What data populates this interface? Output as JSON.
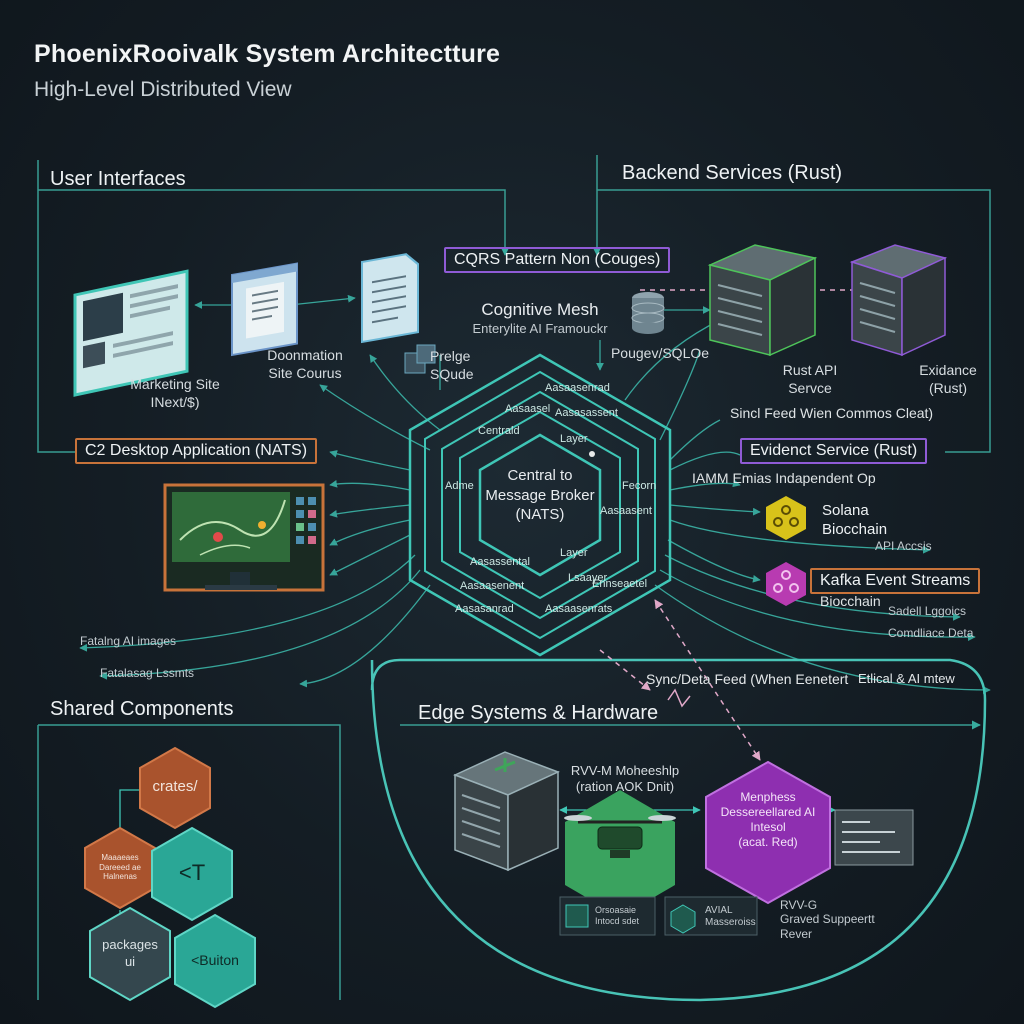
{
  "header": {
    "title": "PhoenixRooivalk System Architectture",
    "subtitle": "High-Level Distributed View"
  },
  "sections": {
    "user_interfaces": "User Interfaces",
    "backend": "Backend Services (Rust)",
    "shared": "Shared Components",
    "edge": "Edge Systems & Hardware"
  },
  "ui_nodes": {
    "marketing": "Marketing Site\nINext/$)",
    "documentation": "Doonmation\nSite Courus",
    "prelge": "Prelge\nSQude",
    "c2_desktop": "C2 Desktop Application (NATS)",
    "left_note_1": "Fatalng AI images",
    "left_note_2": "Fatalasag Lssmts"
  },
  "core": {
    "cqrs": "CQRS Pattern Non (Couges)",
    "cognitive_title": "Cognitive Mesh",
    "cognitive_sub": "Enterylite AI Framouckr",
    "central": "Central  to\nMessage Broker\n(NATS)",
    "ring_labels": [
      "Centrald",
      "Aasaasenrad",
      "Aasasassent",
      "Layer",
      "Layer",
      "Lsaayer",
      "Aasassental",
      "Aasaasenent",
      "Aasasanrad",
      "Aasaasenrats",
      "Ennseaetel",
      "Aasaasel",
      "Adme",
      "Fecorn",
      "Aasaasent"
    ]
  },
  "backend": {
    "postgres": "Pougev/SQLOe",
    "rust_api": "Rust API\nServce",
    "evidance": "Exidance\n(Rust)",
    "sync_feed": "Sincl Feed Wien Commos Cleat)",
    "evident_service": "Evidenct Service (Rust)",
    "iamm": "IAMM Emias Indapendent Op",
    "solana": "Solana\nBiocchain",
    "api_access": "API Accsis",
    "kafka": "Kafka Event Streams",
    "kafka_sub": "Biocchain",
    "sadel": "Sadell Lggoics",
    "compliance": "Comdliace Deta"
  },
  "edge": {
    "sync_data": "Sync/Deta Feed (When Eenetert",
    "ethical": "Etlical & AI mtew",
    "rvv_m": "RVV-M Moheeshlp\n(ration AOK Dnit)",
    "menphess": "Menphess\nDessereellared AI\nIntesol\n(acat. Red)",
    "sub_1": "Orsoasaie\nIntocd sdet",
    "sub_2": "AVIAL\nMasseroiss",
    "rvv_g": "RVV-G\nGraved Suppeertt\nRever"
  },
  "shared": {
    "crates": "crates/",
    "small_hex": "Maaaeaes\nDareeed ae\nHalnenas",
    "lt_t": "<T",
    "packages": "packages\nui",
    "button": "<Buiton"
  },
  "colors": {
    "teal": "#3fc6b6",
    "purple": "#8f5bd6",
    "orange": "#c8733a",
    "yellow": "#d8c21a",
    "magenta": "#b83bb1",
    "green": "#37a862",
    "pink_dash": "#e0a8c8"
  }
}
